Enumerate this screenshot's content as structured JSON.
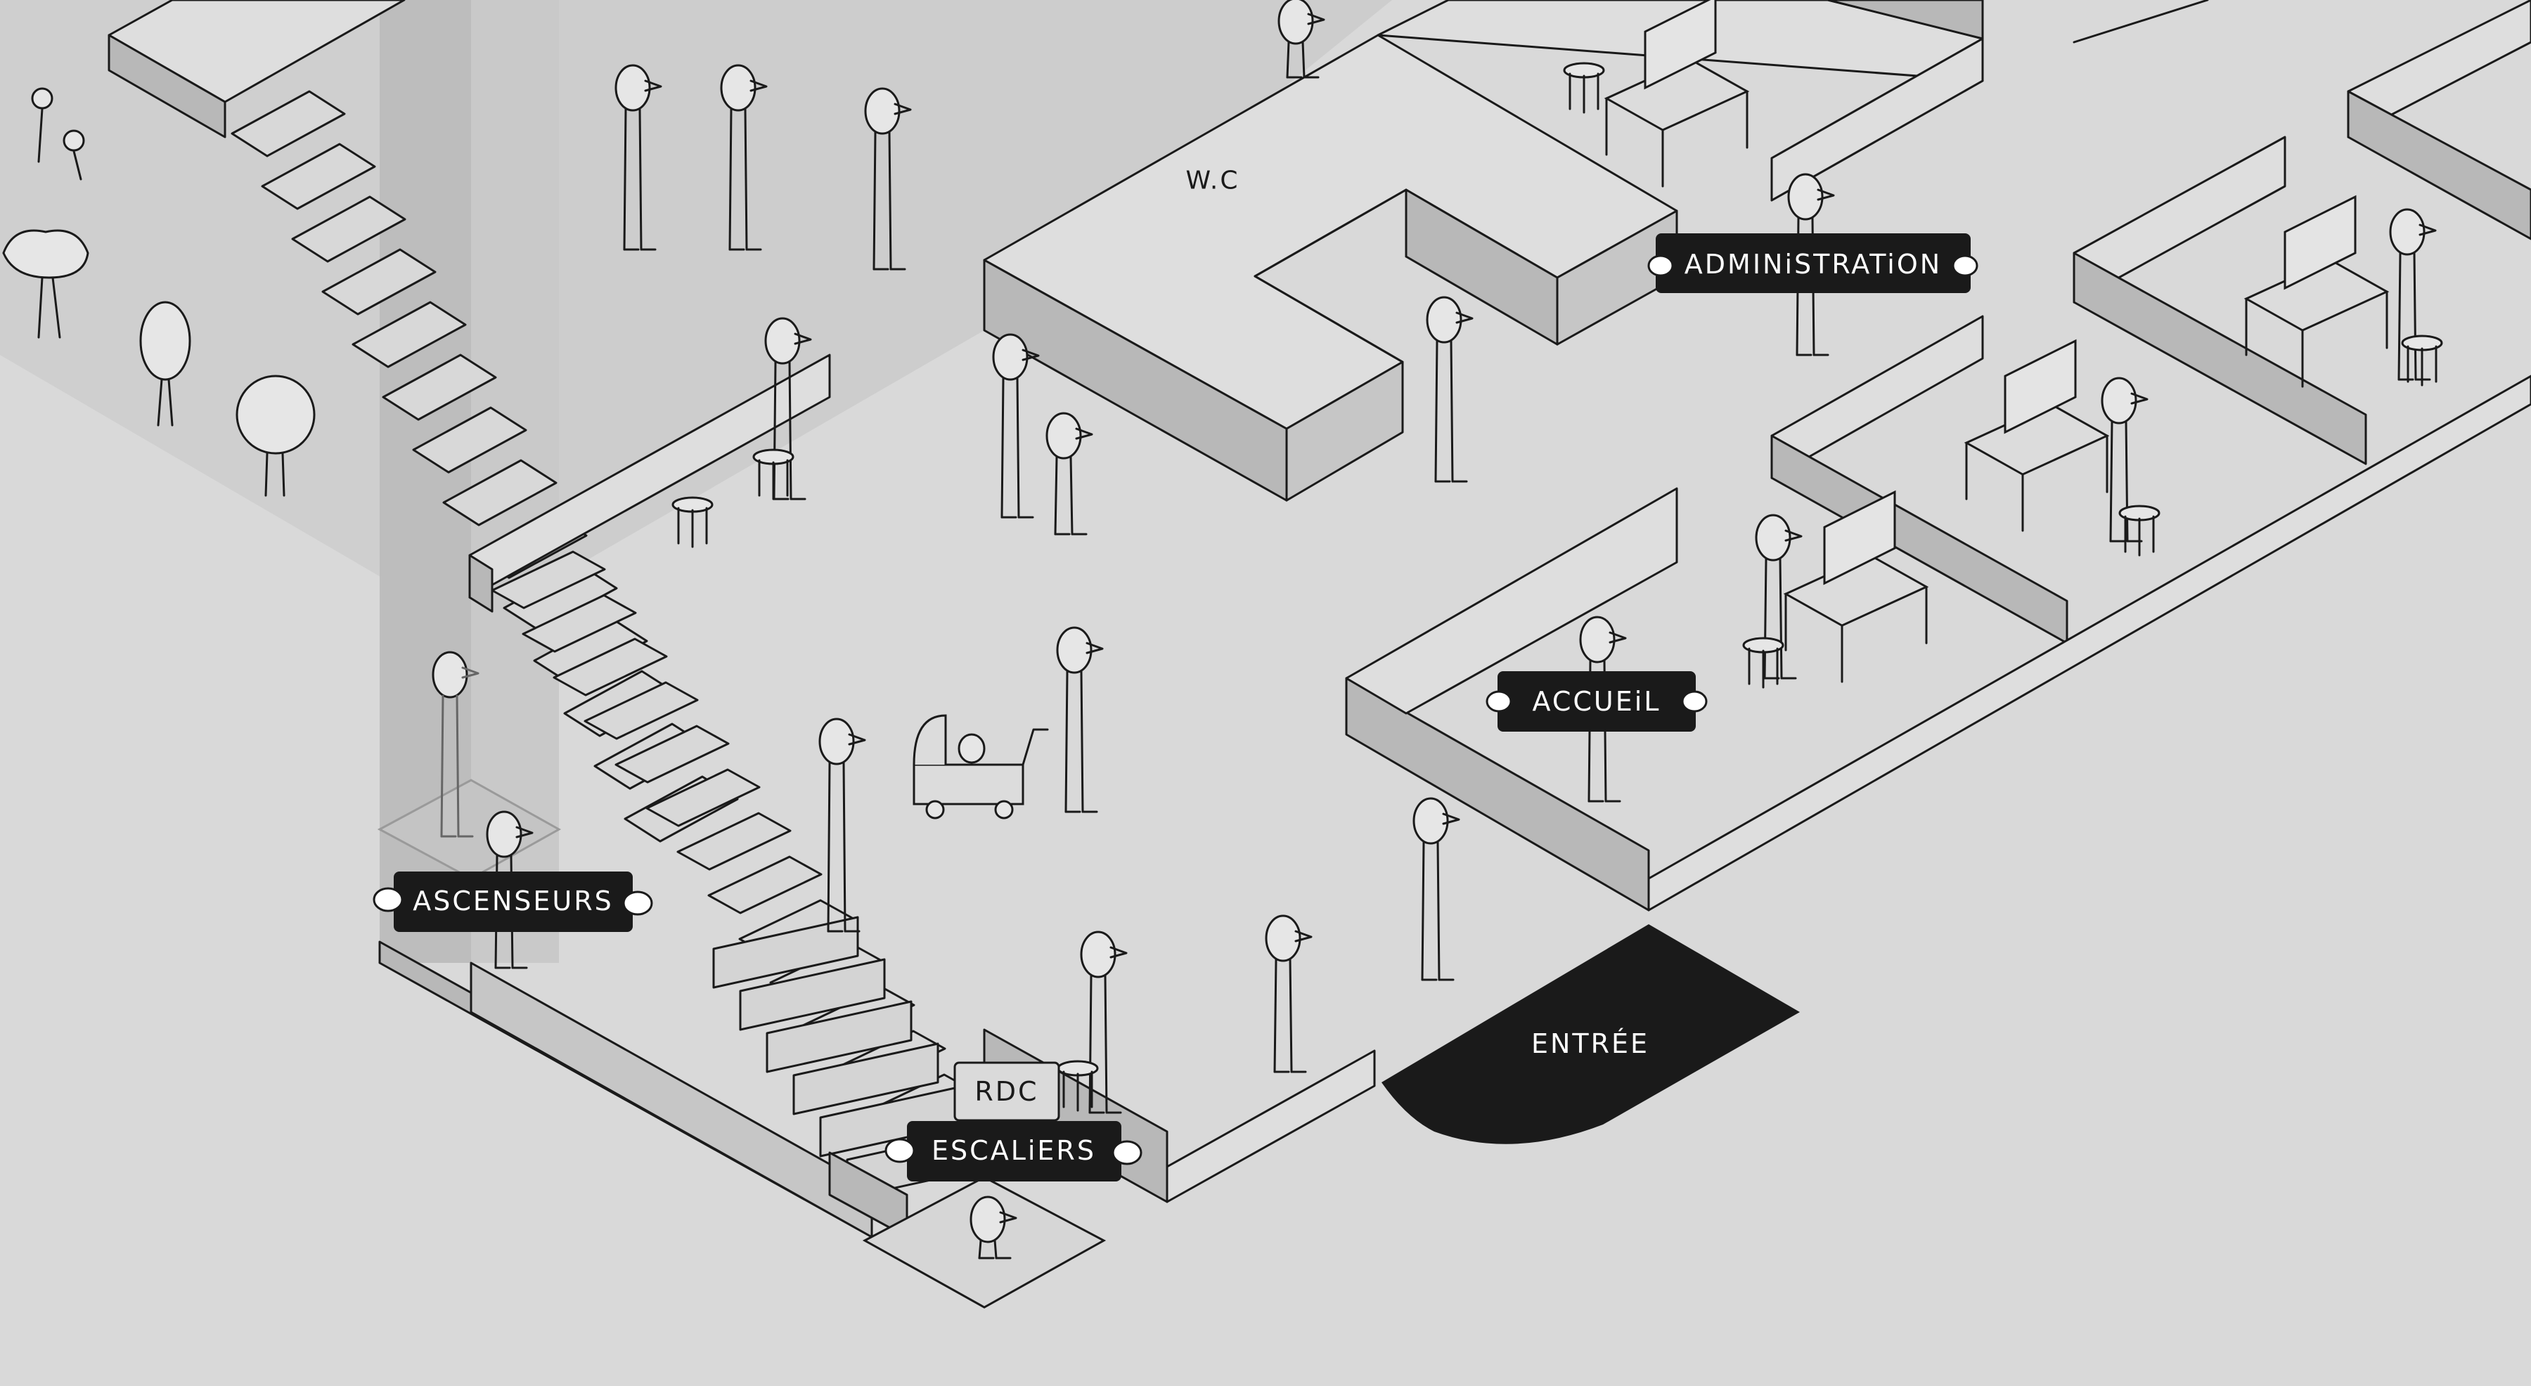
{
  "signs": {
    "administration": "ADMINiSTRATiON",
    "accueil": "ACCUEiL",
    "ascenseurs": "ASCENSEURS",
    "escaliers": "ESCALiERS",
    "rdc": "RDC",
    "entree": "ENTRÉE",
    "wc": "W.C"
  },
  "colors": {
    "background": "#d9d9d9",
    "ink": "#1a1a1a",
    "sign_text": "#ffffff"
  }
}
